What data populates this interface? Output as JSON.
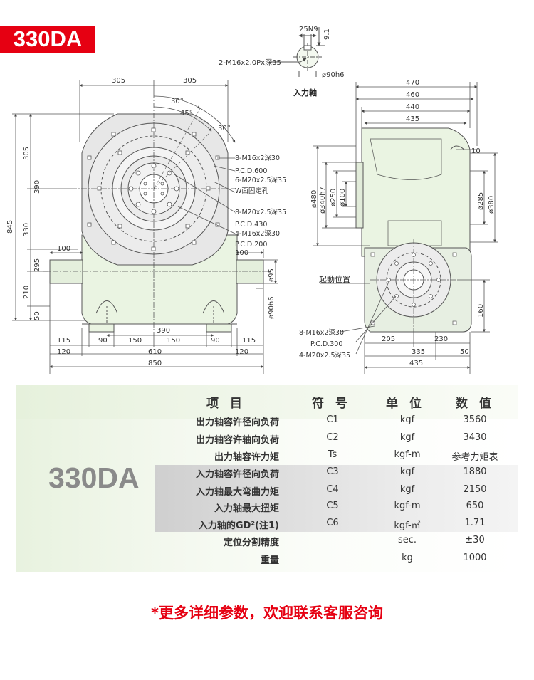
{
  "badge": {
    "model": "330DA"
  },
  "drawing": {
    "top": {
      "key_width": "25N9",
      "key_depth": "9.1",
      "tap": "2-M16x2.0Px深35",
      "shaft_dia": "ø90h6",
      "caption": "入力軸"
    },
    "front": {
      "w_left": "305",
      "w_right": "305",
      "ang1": "30°",
      "ang2": "45°",
      "ang3": "30°",
      "h_left_top": "305",
      "h_mid1": "390",
      "h_total": "845",
      "h_mid2": "330",
      "h_mid3": "295",
      "h_low": "210",
      "h_base": "50",
      "stub_left": "100",
      "stub_right": "100",
      "note1": "8-M16x2深30",
      "note2": "P.C.D.600",
      "note3": "6-M20x2.5深35",
      "note4": "W面固定孔",
      "note5": "8-M20x2.5深35",
      "note6": "P.C.D.430",
      "note7": "4-M16x2深30",
      "note8": "P.C.D.200",
      "dia_95": "ø95",
      "dia_90": "ø90h6",
      "b_390": "390",
      "b_115_l": "115",
      "b_90_l": "90",
      "b_150_l": "150",
      "b_150_r": "150",
      "b_90_r": "90",
      "b_115_r": "115",
      "b_120_l": "120",
      "b_610": "610",
      "b_120_r": "120",
      "b_850": "850"
    },
    "side": {
      "w_470": "470",
      "w_460": "460",
      "w_440": "440",
      "w_435": "435",
      "d_10": "10",
      "d_480": "ø480",
      "d_340": "ø340h7",
      "d_250": "ø250",
      "d_100": "ø100",
      "d_285": "ø285",
      "d_380": "ø380",
      "start_pos": "起動位置",
      "h_160": "160",
      "n1": "8-M16x2深30",
      "n2": "P.C.D.300",
      "n3": "4-M20x2.5深35",
      "b_205": "205",
      "b_230": "230",
      "b_335": "335",
      "b_50": "50",
      "b_435": "435"
    }
  },
  "specs": {
    "model": "330DA",
    "headers": {
      "item": "项 目",
      "symbol": "符 号",
      "unit": "单 位",
      "value": "数 值"
    },
    "rows": [
      {
        "item": "出力轴容许径向负荷",
        "symbol": "C1",
        "unit": "kgf",
        "value": "3560"
      },
      {
        "item": "出力轴容许轴向负荷",
        "symbol": "C2",
        "unit": "kgf",
        "value": "3430"
      },
      {
        "item": "出力轴容许力矩",
        "symbol": "Ts",
        "unit": "kgf-m",
        "value": "参考力矩表"
      },
      {
        "item": "入力轴容许径向负荷",
        "symbol": "C3",
        "unit": "kgf",
        "value": "1880"
      },
      {
        "item": "入力轴最大弯曲力矩",
        "symbol": "C4",
        "unit": "kgf",
        "value": "2150"
      },
      {
        "item": "入力轴最大扭矩",
        "symbol": "C5",
        "unit": "kgf-m",
        "value": "650"
      },
      {
        "item": "入力轴的GD²(注1)",
        "symbol": "C6",
        "unit": "kgf-㎡",
        "value": "1.71"
      },
      {
        "item": "定位分割精度",
        "symbol": "",
        "unit": "sec.",
        "value": "±30"
      },
      {
        "item": "重量",
        "symbol": "",
        "unit": "kg",
        "value": "1000"
      }
    ]
  },
  "notice": "*更多详细参数，欢迎联系客服咨询",
  "colors": {
    "accent": "#e60012",
    "body_fill": "#eaf4e2",
    "line": "#555555"
  }
}
